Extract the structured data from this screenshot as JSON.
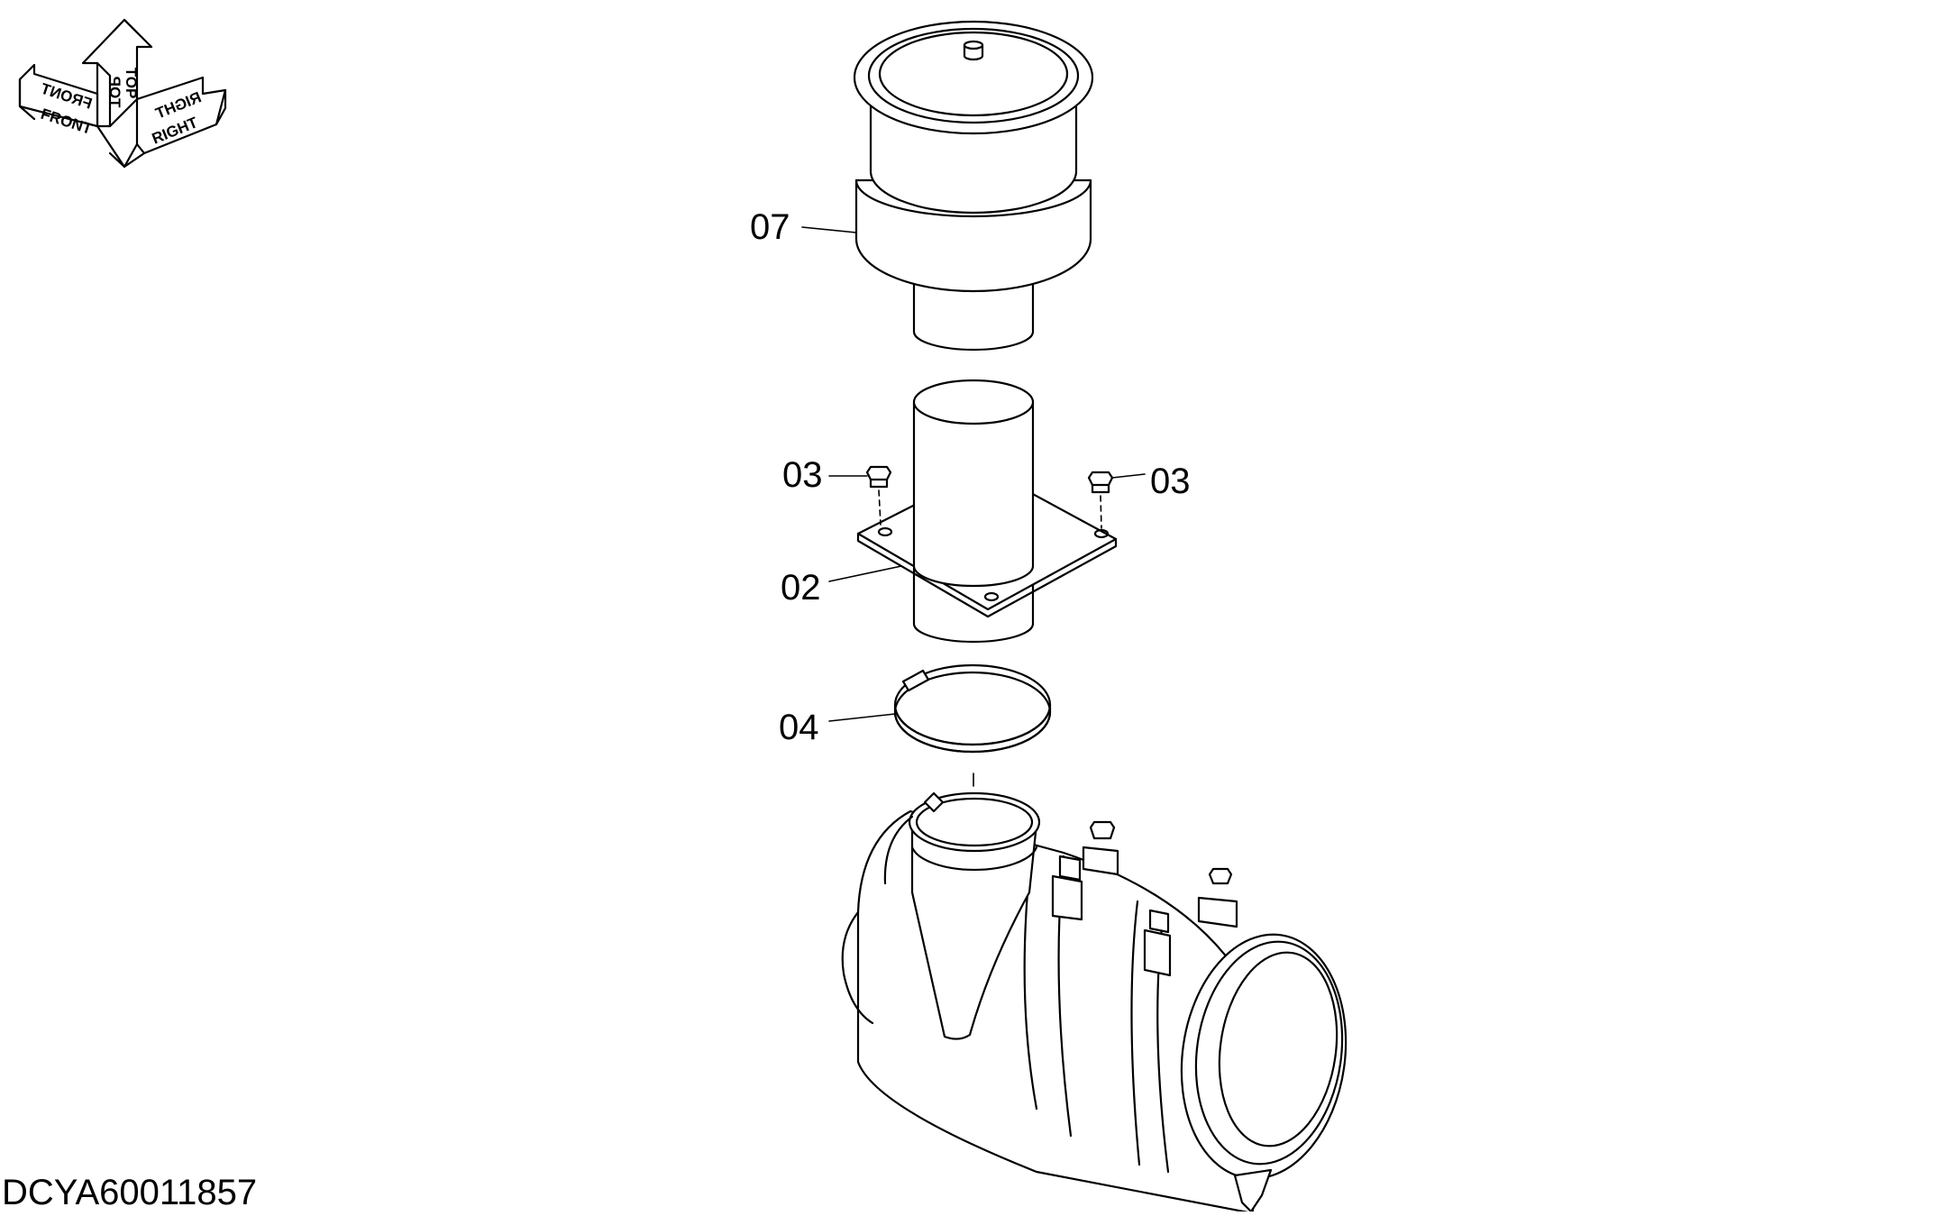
{
  "orientation": {
    "top": "TOP",
    "front": "FRONT",
    "right": "RIGHT"
  },
  "callouts": [
    {
      "id": "07",
      "label": "07"
    },
    {
      "id": "03-left",
      "label": "03"
    },
    {
      "id": "03-right",
      "label": "03"
    },
    {
      "id": "02",
      "label": "02"
    },
    {
      "id": "04",
      "label": "04"
    }
  ],
  "drawing_id": "DCYA60011857"
}
